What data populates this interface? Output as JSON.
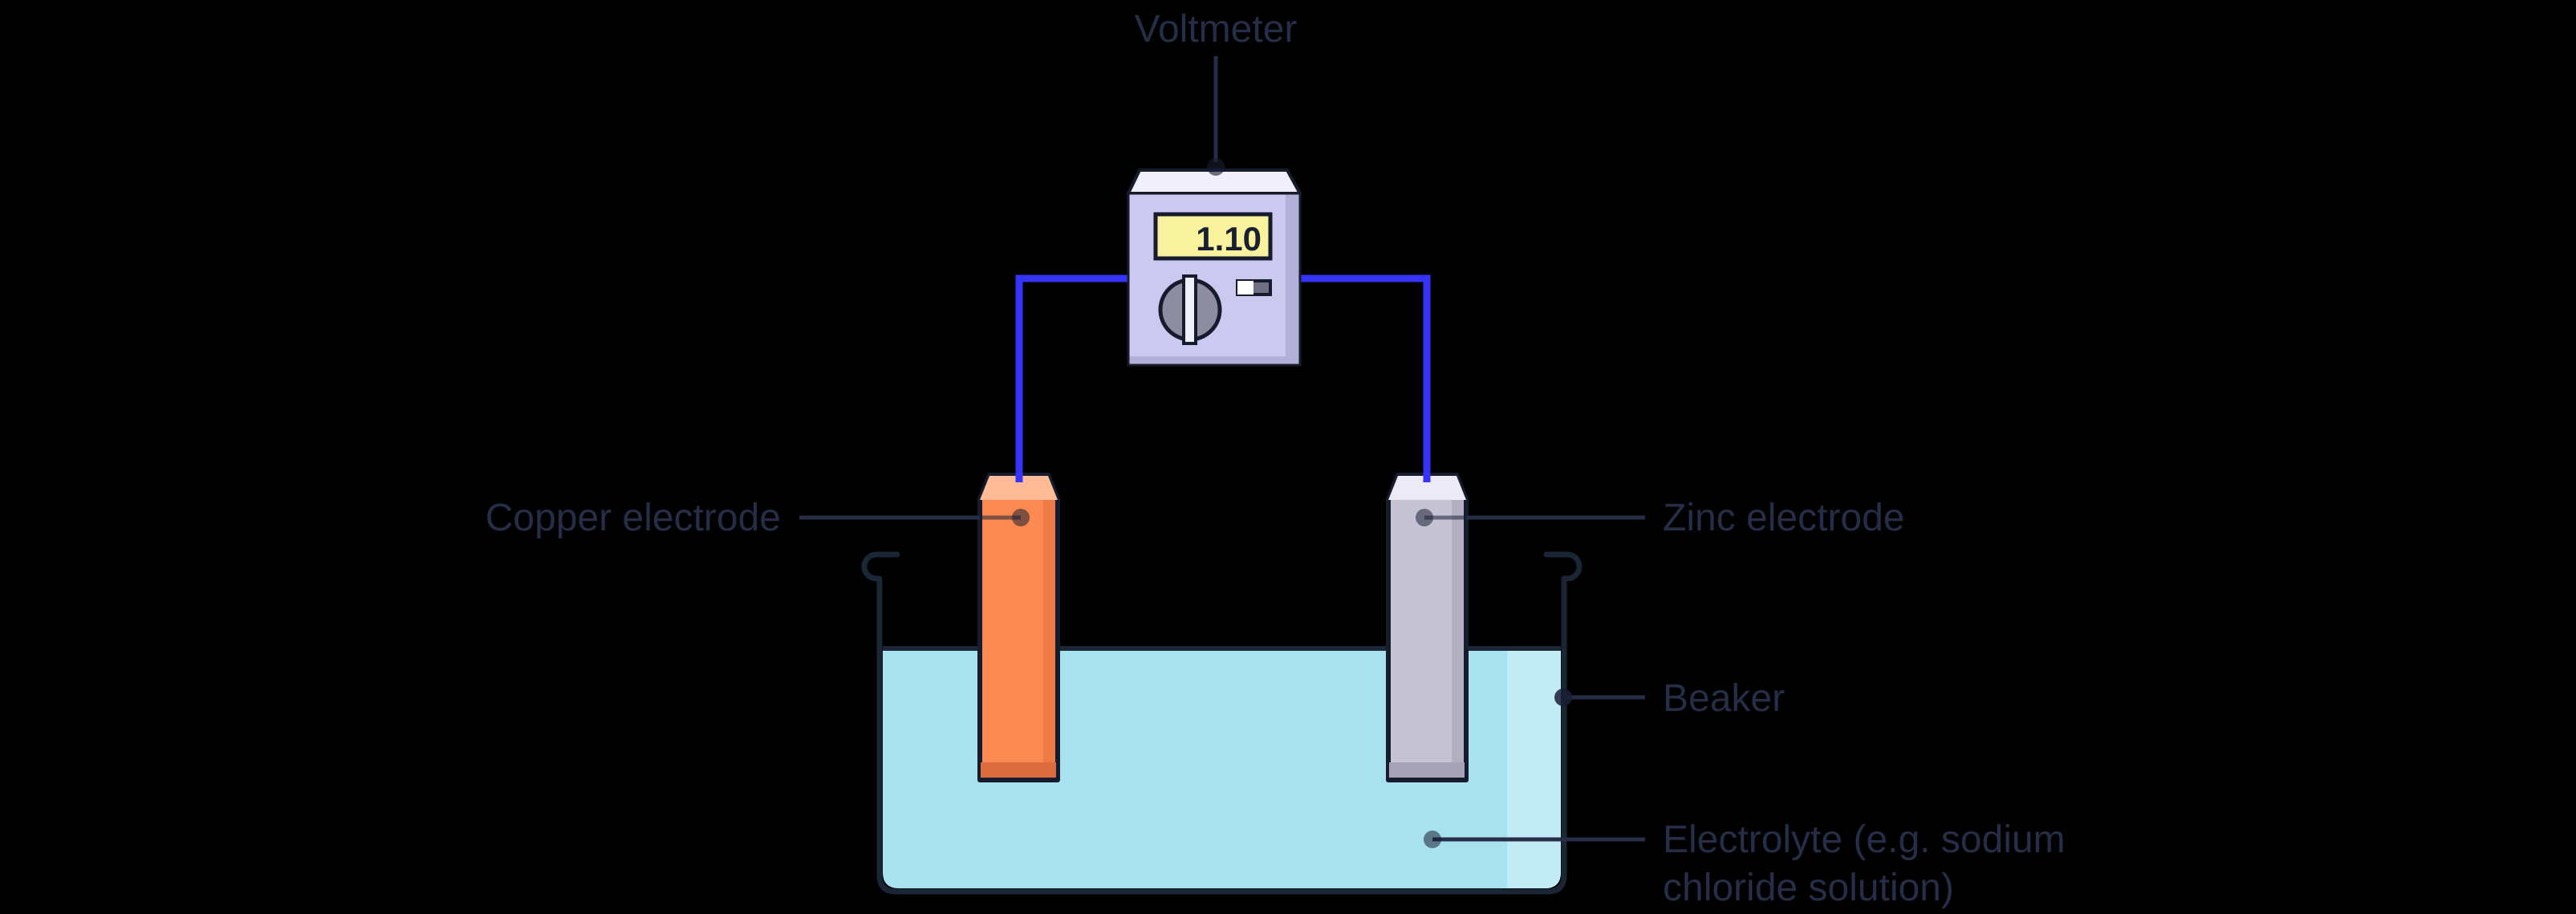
{
  "labels": {
    "voltmeter": "Voltmeter",
    "copper_electrode": "Copper electrode",
    "zinc_electrode": "Zinc electrode",
    "beaker": "Beaker",
    "electrolyte_line1": "Electrolyte (e.g. sodium",
    "electrolyte_line2": "chloride solution)"
  },
  "voltmeter": {
    "reading": "1.10"
  },
  "colors": {
    "background": "#000000",
    "label_text": "#262d46",
    "leader_line": "#262d46",
    "outline": "#161c2e",
    "wire_blue": "#3533f7",
    "voltmeter_body": "#ccc9f1",
    "voltmeter_top_face": "#f1f0fa",
    "voltmeter_shadow": "#b3b0d8",
    "display_bg": "#f8f19d",
    "display_text": "#1a2032",
    "dial": "#8d8ca1",
    "dial_bar": "#eef0f8",
    "switch_off": "#6f6e85",
    "switch_on": "#ffffff",
    "copper_body": "#fa8a52",
    "copper_top_face": "#ffbb98",
    "copper_side_shade": "#ee7b45",
    "copper_bottom_shade": "#da6c3e",
    "zinc_body": "#c6c3d4",
    "zinc_top_face": "#ecebf5",
    "zinc_side_shade": "#b2afc2",
    "zinc_bottom_shade": "#a6a3b6",
    "beaker_outline": "#1b2634",
    "electrolyte_water": "#a8e2ee",
    "electrolyte_highlight": "#c2ecf5"
  }
}
